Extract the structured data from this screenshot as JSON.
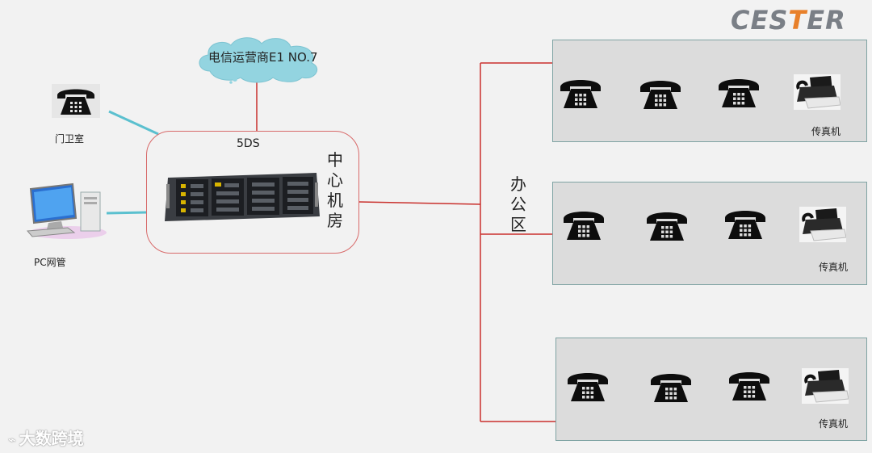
{
  "cloud": {
    "label": "电信运营商E1 NO.7"
  },
  "center": {
    "model": "5DS",
    "room_label": [
      "中",
      "心",
      "机",
      "房"
    ]
  },
  "left_devices": {
    "guard_room": "门卫室",
    "pc_admin": "PC网管"
  },
  "office_area_label": [
    "办",
    "公",
    "区"
  ],
  "offices": [
    {
      "phones": 3,
      "fax_label": "传真机"
    },
    {
      "phones": 3,
      "fax_label": "传真机"
    },
    {
      "phones": 3,
      "fax_label": "传真机"
    }
  ],
  "logo": {
    "text_left": "CES",
    "text_accent": "T",
    "text_right": "ER"
  },
  "watermark": {
    "text": "大数跨境"
  },
  "colors": {
    "background": "#f2f2f2",
    "link_red": "#c9302c",
    "link_cyan": "#5bc0cf",
    "cloud": "#93d4e0",
    "office_fill": "#dcdcdc",
    "office_border": "#7fa3a3"
  },
  "icons": [
    "telephone-icon",
    "fax-machine-icon",
    "pc-computer-icon",
    "pbx-device-icon",
    "cloud-icon"
  ]
}
